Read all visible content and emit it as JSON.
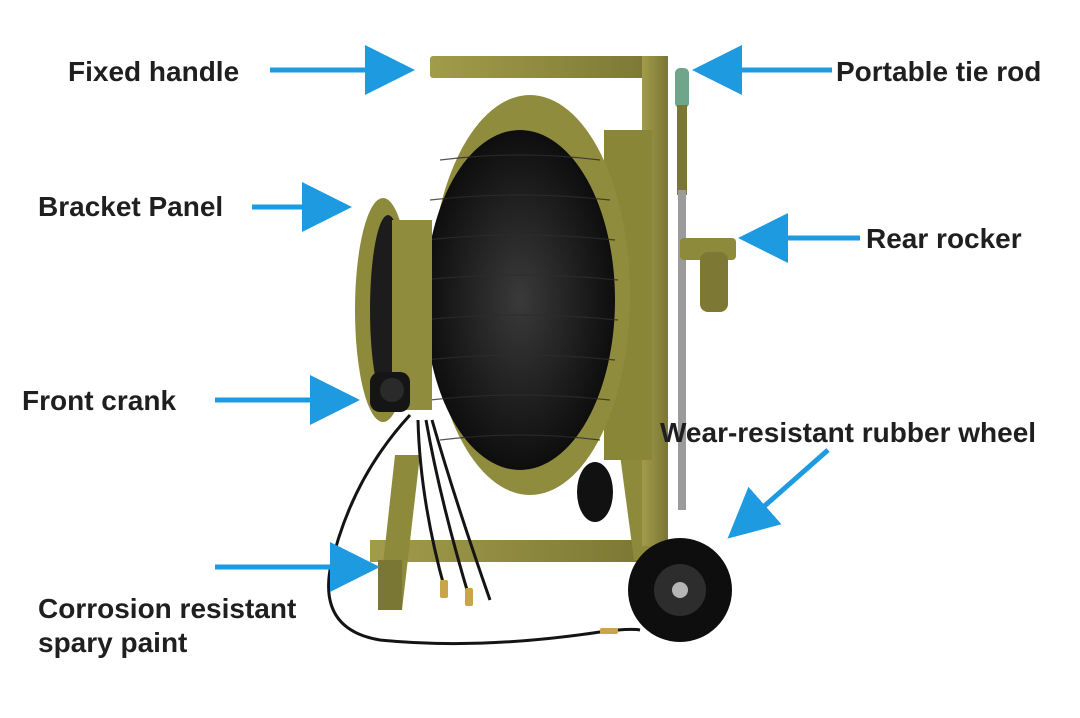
{
  "labels": {
    "fixed_handle": "Fixed handle",
    "portable_tie_rod": "Portable tie rod",
    "bracket_panel": "Bracket Panel",
    "rear_rocker": "Rear rocker",
    "front_crank": "Front crank",
    "rubber_wheel": "Wear-resistant rubber wheel",
    "corrosion_line1": "Corrosion resistant",
    "corrosion_line2": "spary paint"
  },
  "colors": {
    "arrow": "#1e9be0",
    "frame": "#8e8a3c",
    "frame_dark": "#6c6a2c",
    "cable": "#141414",
    "wheel": "#0e0e0e",
    "text": "#1f1f1f"
  },
  "icons": {
    "arrow": "arrow-icon",
    "reel": "cable-reel-illustration"
  }
}
